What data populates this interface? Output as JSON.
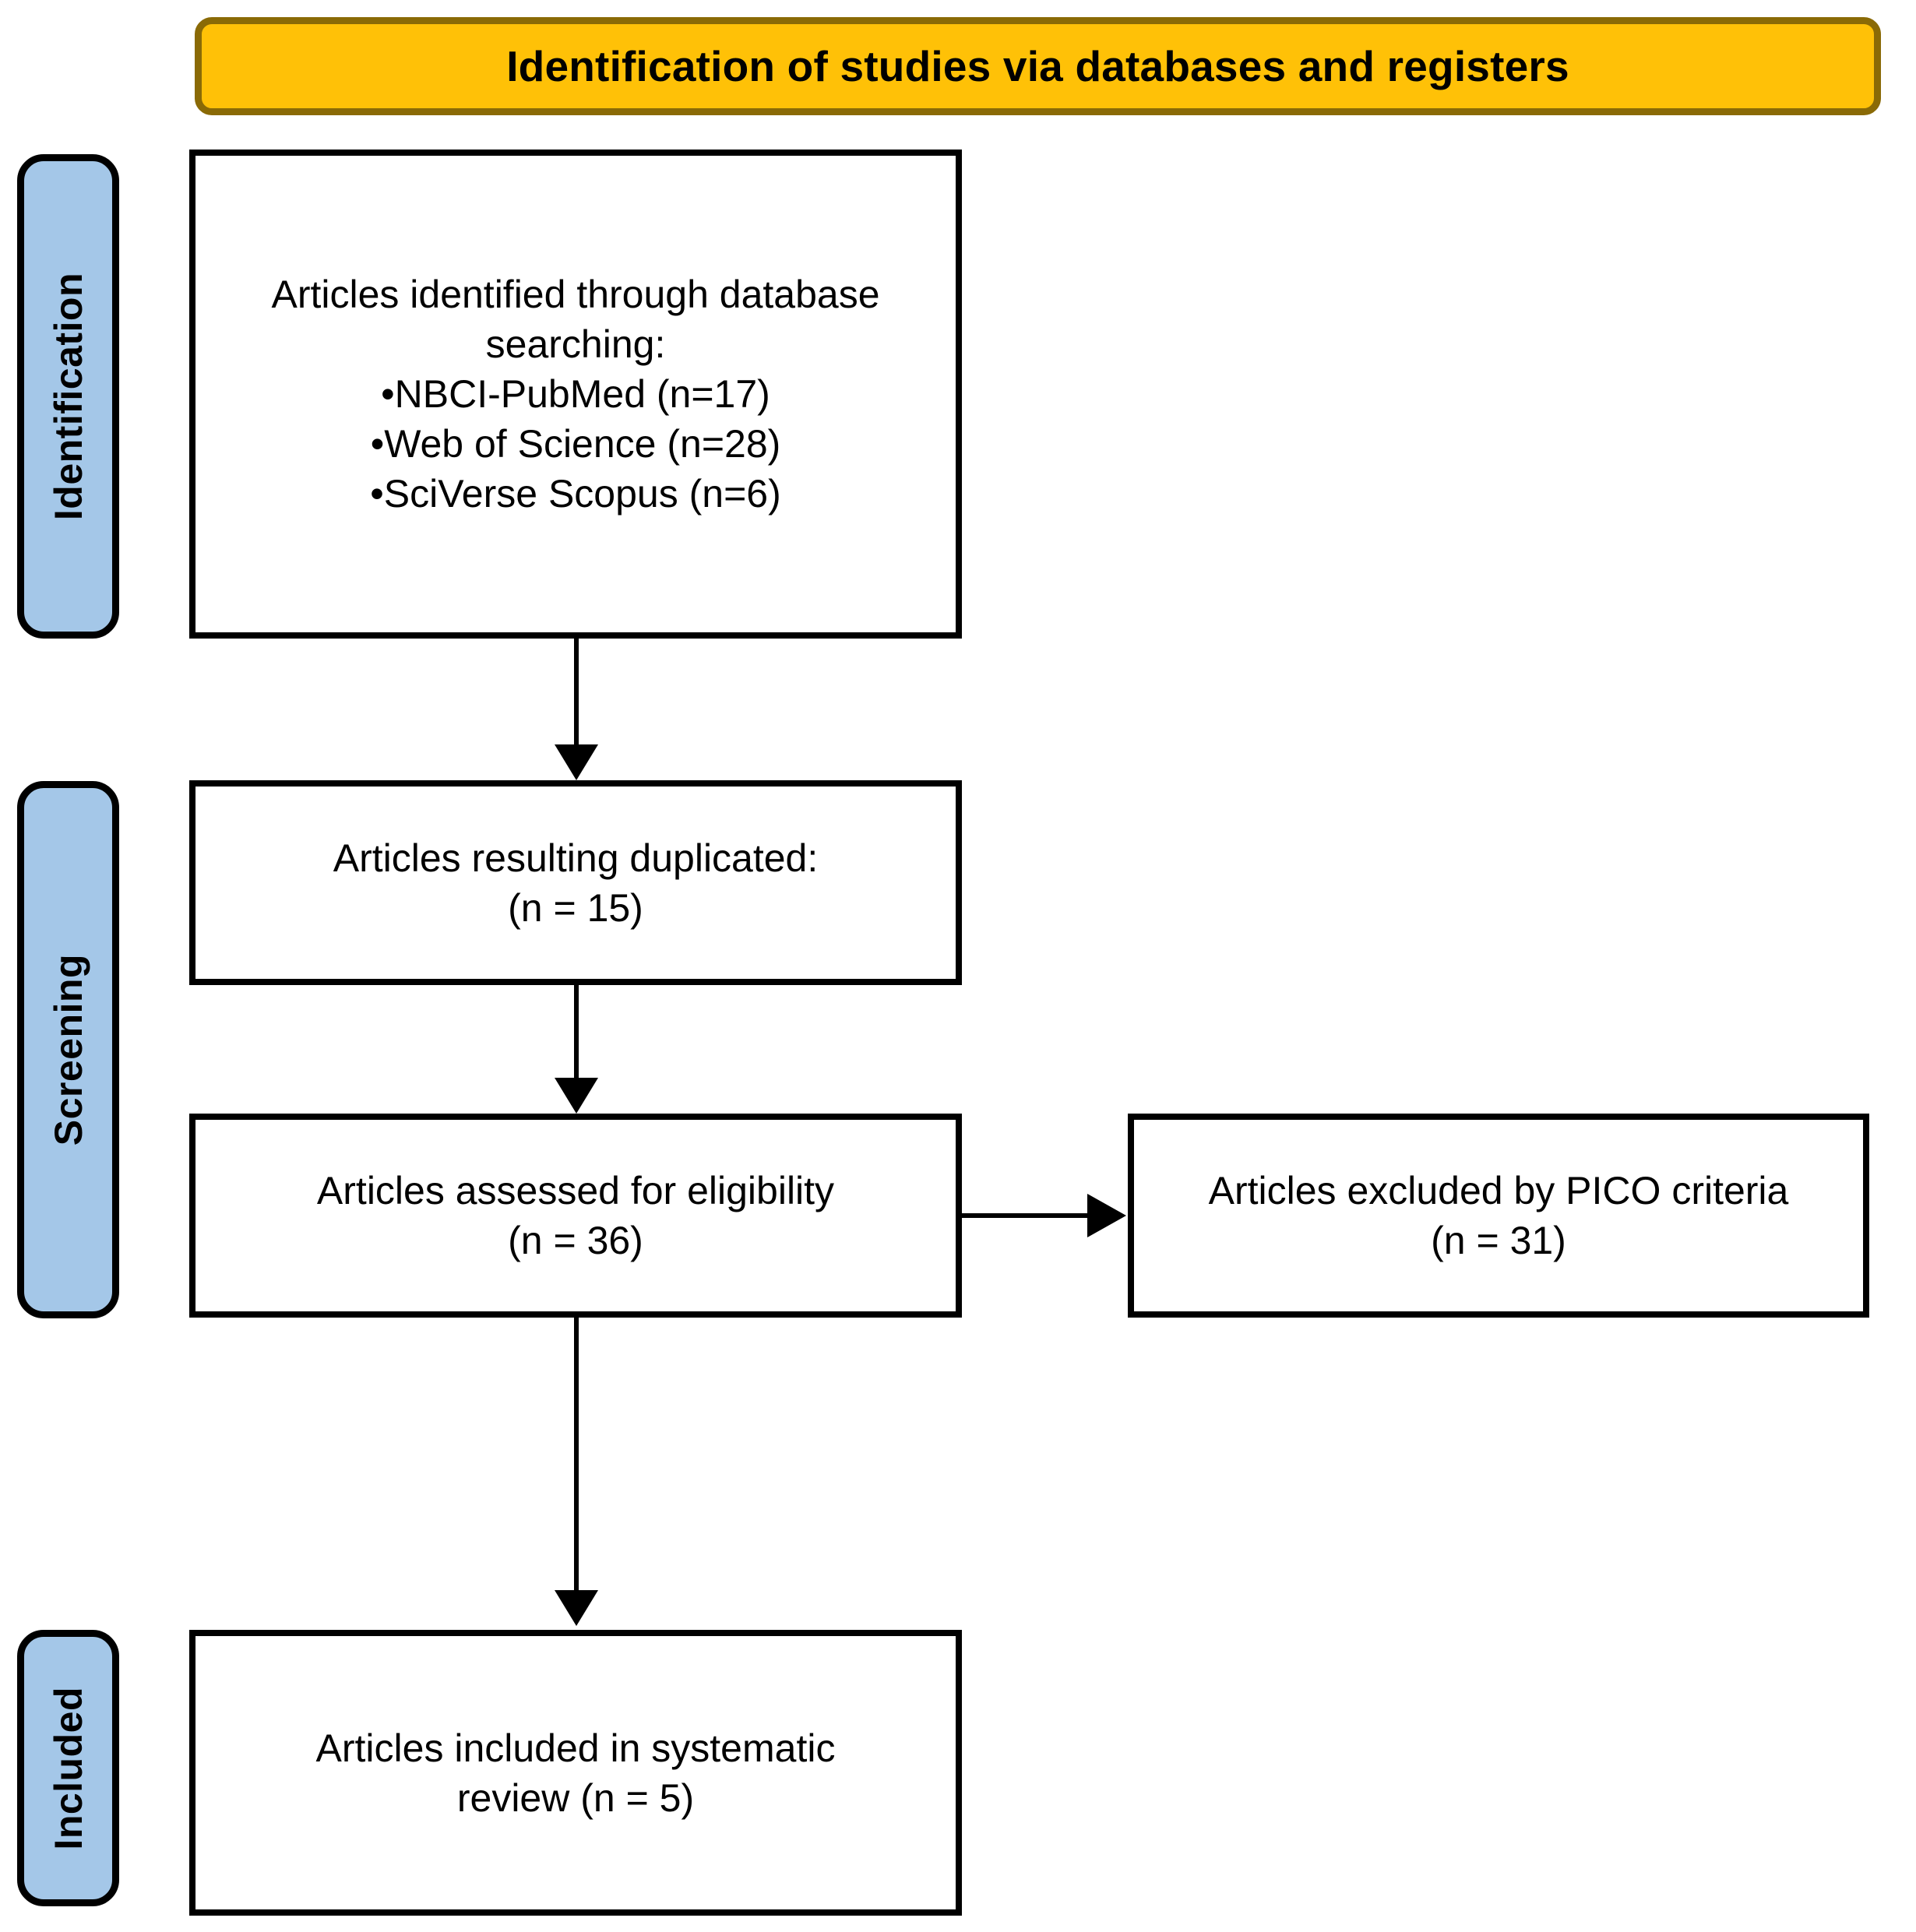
{
  "banner": {
    "title": "Identification of studies via databases and registers",
    "fill_color": "#FFC107",
    "border_color": "#8A6A06"
  },
  "stages": [
    {
      "label": "Identification",
      "fill_color": "#A4C7E8"
    },
    {
      "label": "Screening",
      "fill_color": "#A4C7E8"
    },
    {
      "label": "Included",
      "fill_color": "#A4C7E8"
    }
  ],
  "boxes": {
    "identified": {
      "text": "Articles identified through database searching:\n•NBCI-PubMed (n=17)\n•Web of Science (n=28)\n•SciVerse Scopus (n=6)",
      "heading": "Articles identified through database searching:",
      "items": [
        "•NBCI-PubMed (n=17)",
        "•Web of Science (n=28)",
        "•SciVerse Scopus (n=6)"
      ],
      "counts": {
        "pubmed": 17,
        "web_of_science": 28,
        "scopus": 6
      }
    },
    "duplicated": {
      "text": "Articles resulting duplicated:\n(n = 15)",
      "label": "Articles resulting duplicated:",
      "count_text": "(n = 15)",
      "count": 15
    },
    "eligibility": {
      "text": "Articles assessed for eligibility\n(n = 36)",
      "label": "Articles assessed for eligibility",
      "count_text": "(n = 36)",
      "count": 36
    },
    "excluded": {
      "text": "Articles excluded by PICO criteria\n(n = 31)",
      "label": "Articles excluded by PICO criteria",
      "count_text": "(n = 31)",
      "count": 31
    },
    "included": {
      "text": "Articles included in systematic review (n = 5)",
      "label": "Articles included in systematic review",
      "count_text": "(n = 5)",
      "count": 5
    }
  },
  "connectors": [
    {
      "name": "identified-to-duplicated",
      "direction": "down"
    },
    {
      "name": "duplicated-to-eligibility",
      "direction": "down"
    },
    {
      "name": "eligibility-to-excluded",
      "direction": "right"
    },
    {
      "name": "eligibility-to-included",
      "direction": "down"
    }
  ]
}
